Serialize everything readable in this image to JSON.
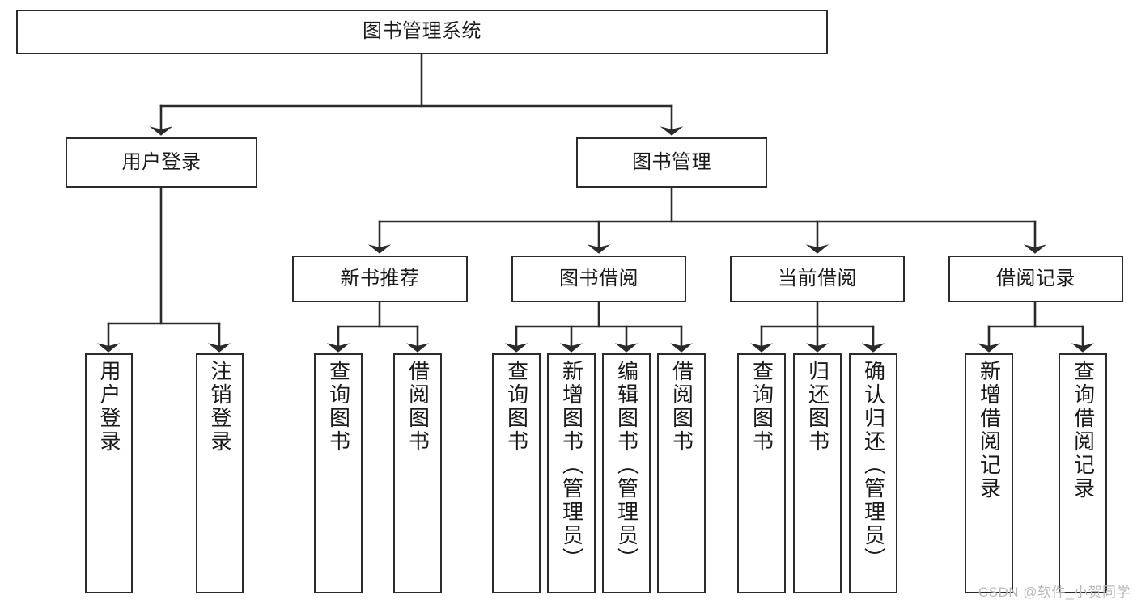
{
  "diagram": {
    "title": "图书管理系统",
    "type": "hierarchy-tree",
    "watermark": "CSDN @软件_小贺同学",
    "colors": {
      "box_border": "#2b2b2b",
      "box_fill": "#ffffff",
      "edge": "#2b2b2b",
      "text": "#1a1a1a",
      "watermark": "#b9b9b9",
      "background": "#ffffff"
    },
    "nodes": {
      "root": {
        "label": "图书管理系统"
      },
      "level2": [
        {
          "id": "user-login",
          "label": "用户登录"
        },
        {
          "id": "book-manage",
          "label": "图书管理"
        }
      ],
      "level3": [
        {
          "id": "new-book-rec",
          "label": "新书推荐"
        },
        {
          "id": "book-borrow",
          "label": "图书借阅"
        },
        {
          "id": "current-borrow",
          "label": "当前借阅"
        },
        {
          "id": "borrow-record",
          "label": "借阅记录"
        }
      ],
      "leaves": [
        {
          "id": "leaf-user-login",
          "label": "用户登录",
          "parent": "user-login"
        },
        {
          "id": "leaf-logout",
          "label": "注销登录",
          "parent": "user-login"
        },
        {
          "id": "leaf-query-book-1",
          "label": "查询图书",
          "parent": "new-book-rec"
        },
        {
          "id": "leaf-borrow-book-1",
          "label": "借阅图书",
          "parent": "new-book-rec"
        },
        {
          "id": "leaf-query-book-2",
          "label": "查询图书",
          "parent": "book-borrow"
        },
        {
          "id": "leaf-add-book",
          "label": "新增图书（管理员）",
          "parent": "book-borrow"
        },
        {
          "id": "leaf-edit-book",
          "label": "编辑图书（管理员）",
          "parent": "book-borrow"
        },
        {
          "id": "leaf-borrow-book-2",
          "label": "借阅图书",
          "parent": "book-borrow"
        },
        {
          "id": "leaf-query-book-3",
          "label": "查询图书",
          "parent": "current-borrow"
        },
        {
          "id": "leaf-return-book",
          "label": "归还图书",
          "parent": "current-borrow"
        },
        {
          "id": "leaf-confirm-return",
          "label": "确认归还（管理员）",
          "parent": "current-borrow"
        },
        {
          "id": "leaf-add-record",
          "label": "新增借阅记录",
          "parent": "borrow-record"
        },
        {
          "id": "leaf-query-record",
          "label": "查询借阅记录",
          "parent": "borrow-record"
        }
      ]
    }
  }
}
